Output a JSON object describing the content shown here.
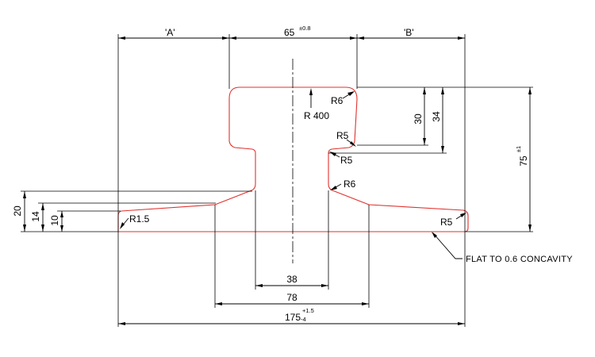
{
  "drawing": {
    "colors": {
      "profile": "#e0322e",
      "dimension": "#000000"
    },
    "labels": {
      "a": "'A'",
      "b": "'B'",
      "head_width": "65",
      "head_width_tol": "±0.8",
      "overall_height": "75",
      "overall_height_tol": "±1",
      "d30": "30",
      "d34": "34",
      "d20": "20",
      "d14": "14",
      "d10": "10",
      "web_width": "38",
      "d78": "78",
      "base_width": "175",
      "base_tol_plus": "+1.5",
      "base_tol_minus": "-4",
      "r6_top": "R6",
      "r400": "R 400",
      "r5_upper": "R5",
      "r5_lower": "R5",
      "r6_web": "R6",
      "r1_5": "R1.5",
      "r5_toe": "R5",
      "flat_note": "FLAT TO 0.6 CONCAVITY"
    }
  }
}
